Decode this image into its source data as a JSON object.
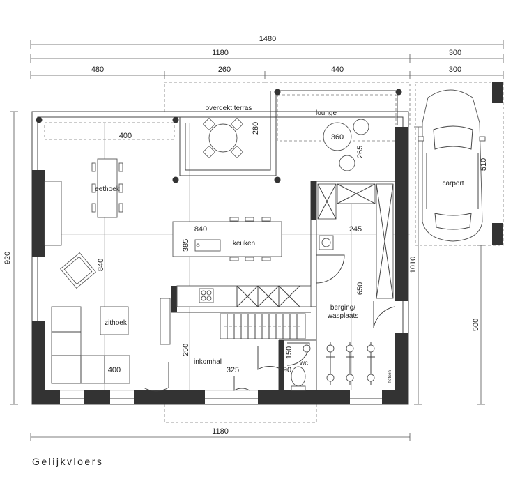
{
  "title": "Gelijkvloers",
  "dimensions": {
    "top_total": "1480",
    "top_house": "1180",
    "top_carport_upper": "300",
    "seg_left": "480",
    "seg_middle": "260",
    "seg_right": "440",
    "seg_carport": "300",
    "bottom_total": "1180",
    "left_height": "920",
    "right_height_house": "1010",
    "right_height_lower": "500",
    "carport_length": "510",
    "eethoek_width": "400",
    "zithoek_length": "840",
    "zithoek_width": "400",
    "keuken_width": "840",
    "keuken_depth": "385",
    "berging_width": "245",
    "berging_length": "650",
    "terras_depth": "280",
    "lounge_depth": "265",
    "lounge_table": "360",
    "inkomhal_depth": "250",
    "inkomhal_width": "325",
    "wc_length": "150",
    "wc_width": "90"
  },
  "rooms": {
    "terras": "overdekt terras",
    "lounge": "lounge",
    "eethoek": "eethoek",
    "keuken": "keuken",
    "zithoek": "zithoek",
    "berging": "berging/",
    "wasplaats": "wasplaats",
    "inkomhal": "inkomhal",
    "wc": "wc",
    "carport": "carport",
    "fietsen": "fietsen"
  }
}
